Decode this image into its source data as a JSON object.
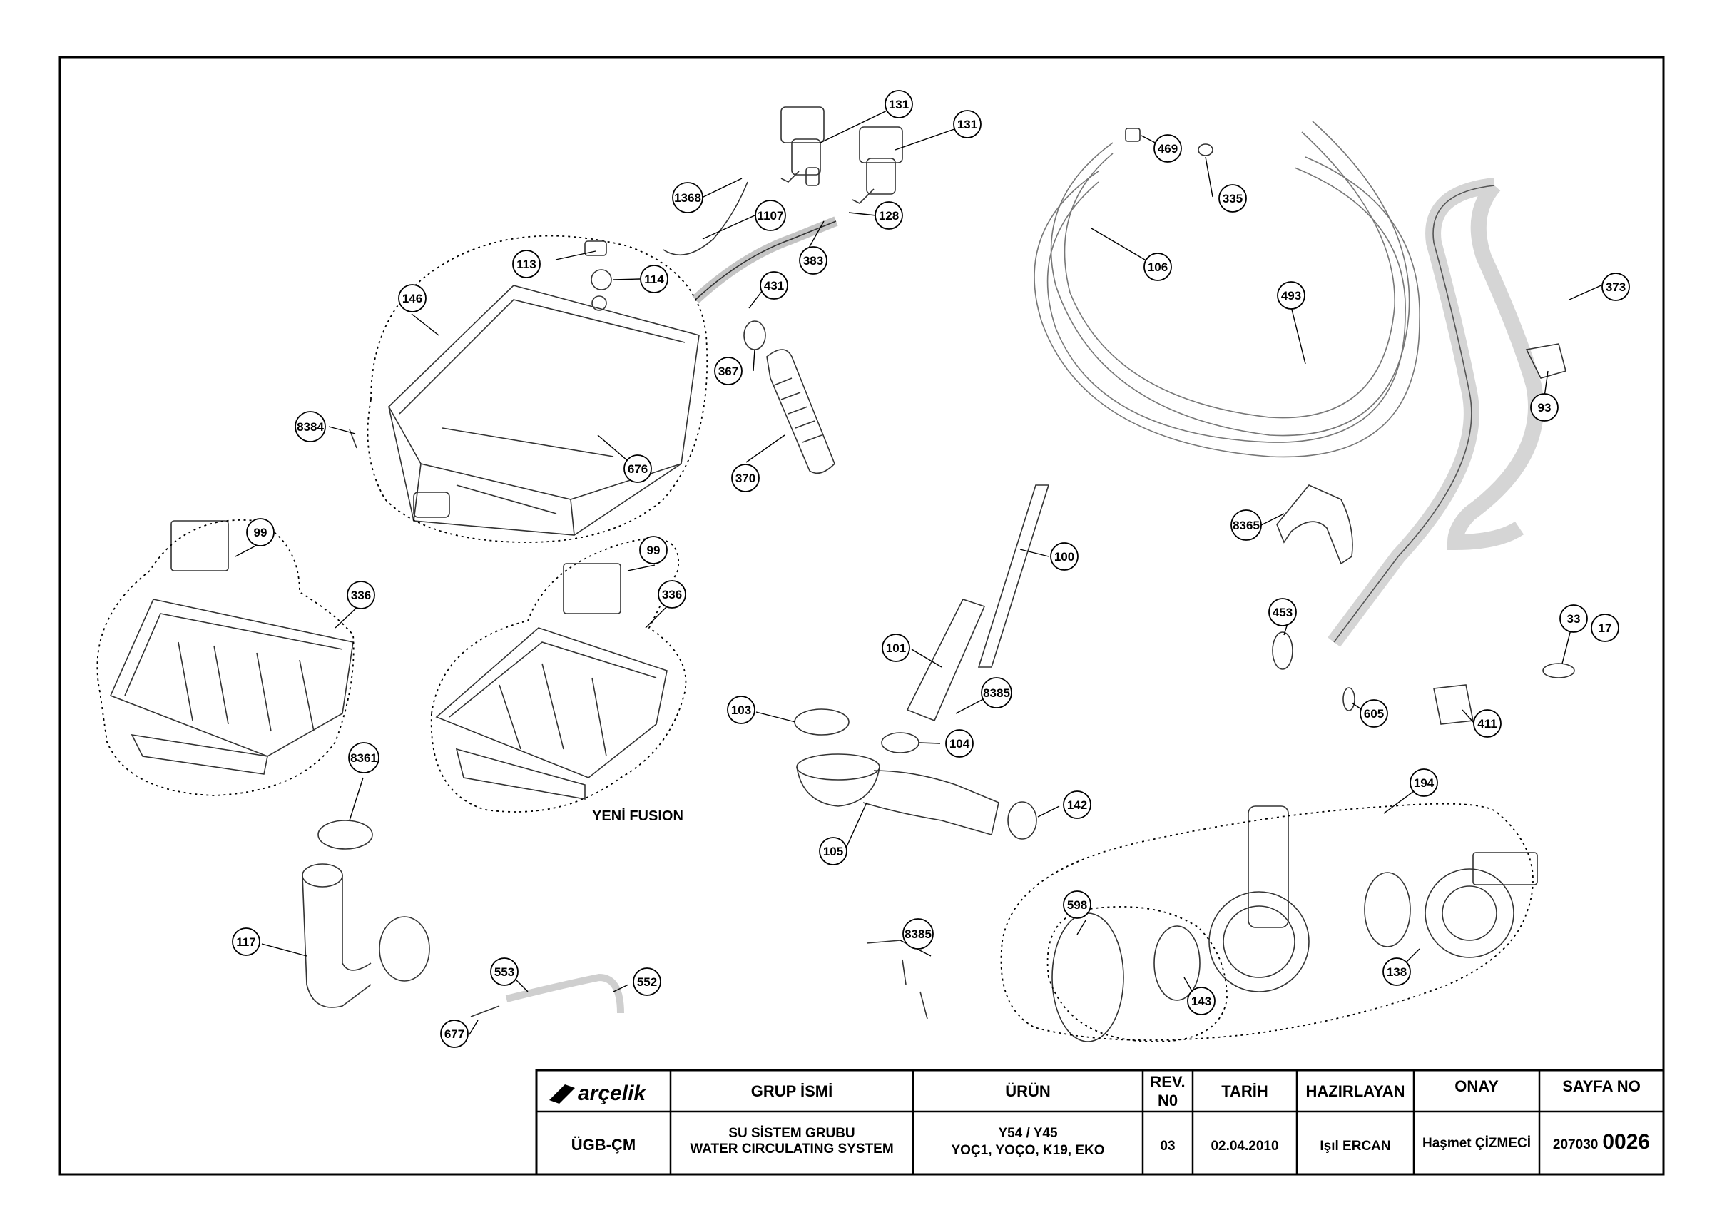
{
  "diagram": {
    "part_numbers": [
      "131",
      "131",
      "1368",
      "1107",
      "128",
      "113",
      "114",
      "383",
      "431",
      "146",
      "367",
      "370",
      "8384",
      "676",
      "99",
      "336",
      "99",
      "336",
      "469",
      "335",
      "106",
      "493",
      "373",
      "93",
      "8365",
      "100",
      "101",
      "8385",
      "103",
      "104",
      "142",
      "105",
      "8361",
      "117",
      "553",
      "552",
      "677",
      "8385",
      "598",
      "143",
      "194",
      "138",
      "453",
      "605",
      "411",
      "33",
      "17"
    ],
    "variant_label": "YENİ FUSION"
  },
  "title_block": {
    "logo_text": "arçelik",
    "headers": {
      "group_name": "GRUP İSMİ",
      "product": "ÜRÜN",
      "revision": "REV.\nN0",
      "date": "TARİH",
      "prepared_by": "HAZIRLAYAN",
      "approval": "ONAY",
      "page_no": "SAYFA NO"
    },
    "values": {
      "department": "ÜGB-ÇM",
      "group_name_line1": "SU SİSTEM GRUBU",
      "group_name_line2": "WATER CIRCULATING SYSTEM",
      "product_line1": "Y54 / Y45",
      "product_line2": "YOÇ1, YOÇO, K19, EKO",
      "revision": "03",
      "date": "02.04.2010",
      "prepared_by": "Işıl ERCAN",
      "approval": "Haşmet ÇİZMECİ",
      "page_no_prefix": "207030",
      "page_no_suffix": "0026"
    }
  }
}
